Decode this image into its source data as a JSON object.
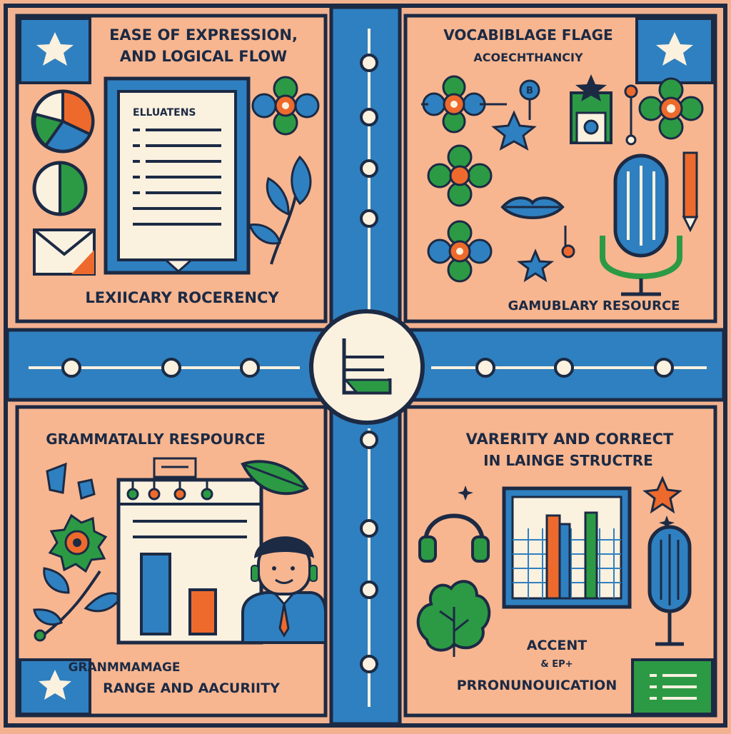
{
  "palette": {
    "background": "#f2b28f",
    "panel": "#f7b690",
    "outline": "#1c2a44",
    "blue": "#2f80c0",
    "green": "#2c9a45",
    "orange": "#ee6a2c",
    "cream": "#fbf1df"
  },
  "panels": {
    "top_left": {
      "heading_line1": "EASE OF EXPRESSION,",
      "heading_line2": "AND LOGICAL FLOW",
      "document_title": "ELLUATENS",
      "footer": "LEXIICARY ROCERENCY"
    },
    "top_right": {
      "heading_line1": "VOCABIBLAGE FLAGE",
      "heading_line2": "ACOECHTHANCIY",
      "badge_letter": "B",
      "footer": "GAMUBLARY RESOURCE"
    },
    "bottom_left": {
      "heading": "GRAMMATALLY RESPOURCE",
      "footer_line1": "GRANMMAMAGE",
      "footer_line2": "RANGE AND AACURIITY"
    },
    "bottom_right": {
      "heading_line1": "VARERITY AND  CORRECT",
      "heading_line2": "IN  LAINGE STRUCTRE",
      "footer_line1": "ACCENT",
      "footer_line2": "& EP+",
      "footer_line3": "PRRONUNOUICATION"
    }
  },
  "icons": [
    "star-icon",
    "pie-chart-icon",
    "document-icon",
    "flower-icon",
    "leaf-branch-icon",
    "microphone-icon",
    "lips-icon",
    "pencil-icon",
    "flag-icon",
    "headphones-icon",
    "bar-chart-icon",
    "person-avatar-icon",
    "center-hub-icon"
  ]
}
